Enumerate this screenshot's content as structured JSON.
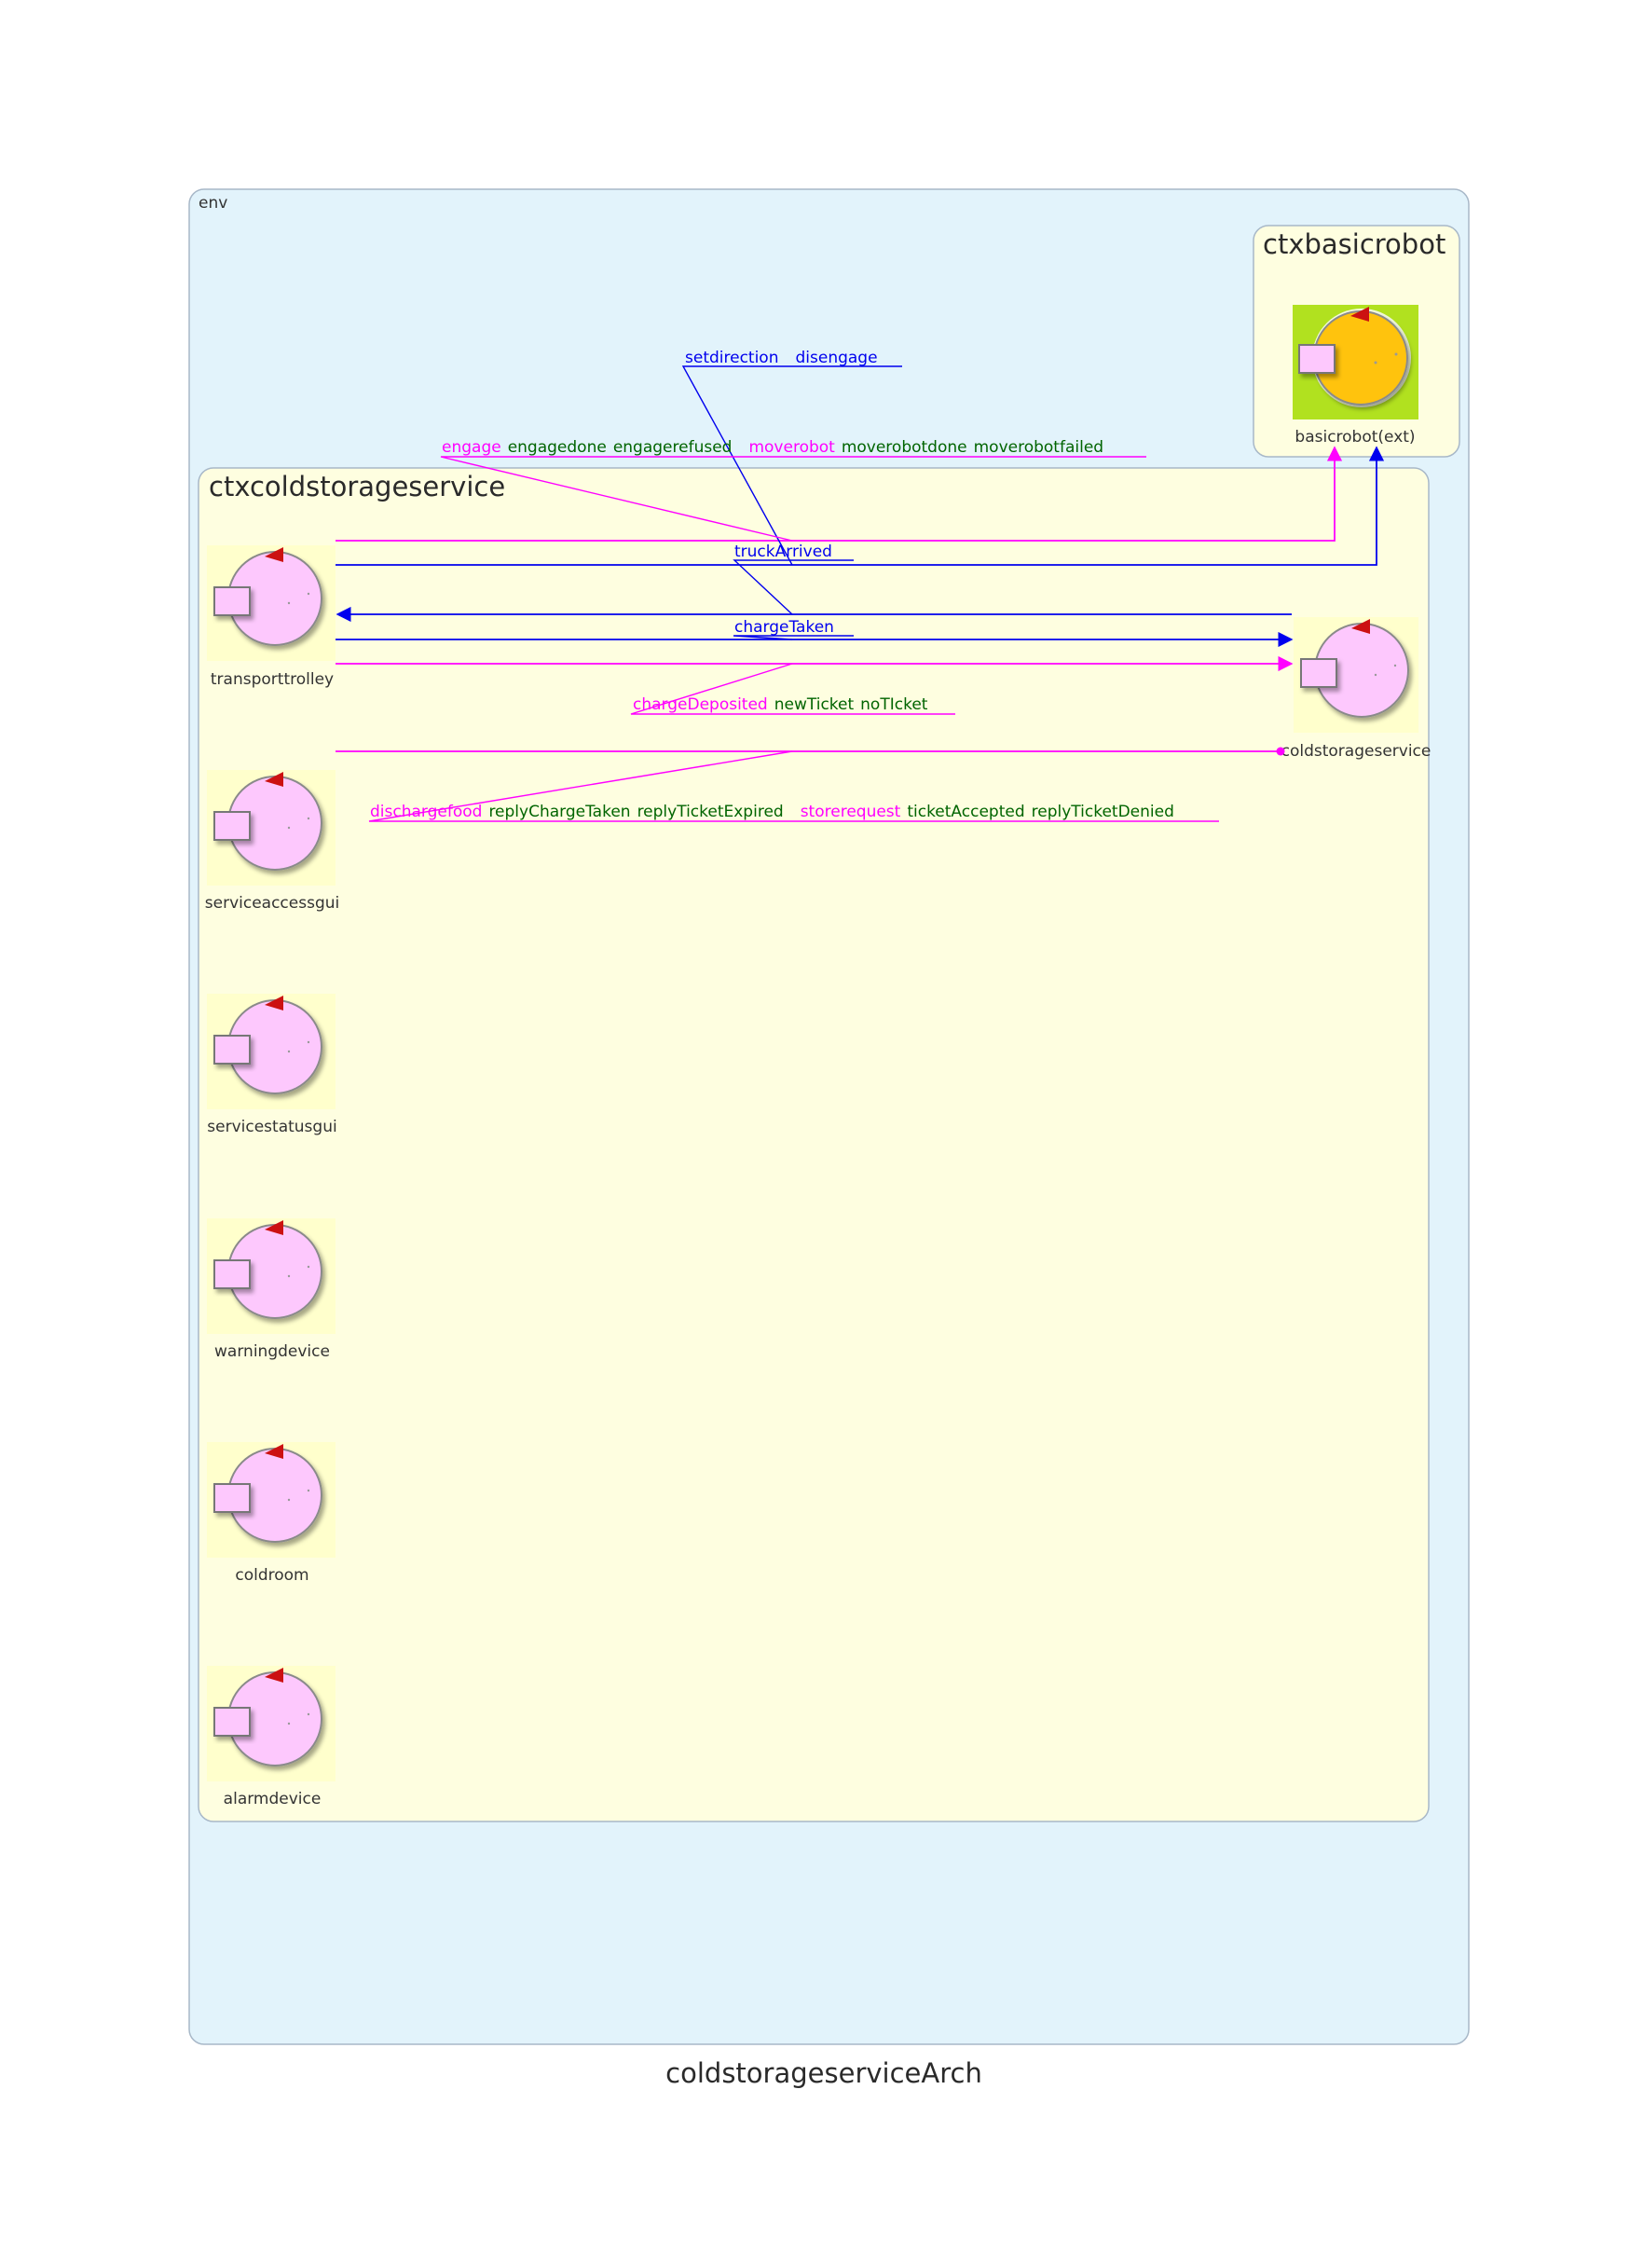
{
  "diagram": {
    "title": "coldstorageserviceArch",
    "env_label": "env",
    "colors": {
      "env_fill": "#e2f3fb",
      "ctx_fill": "#fefee0",
      "actor_body": "#fdc8fd",
      "actor_ext_body": "#ffc30f",
      "actor_ext_bg": "#b1e11f",
      "dispatch": "#0000ee",
      "request": "#ff00ff",
      "reply": "#006400"
    },
    "contexts": {
      "basicrobot": {
        "label": "ctxbasicrobot",
        "actor": "basicrobot(ext)"
      },
      "coldstorage": {
        "label": "ctxcoldstorageservice",
        "actors": {
          "transporttrolley": "transporttrolley",
          "coldstorageservice": "coldstorageservice",
          "serviceaccessgui": "serviceaccessgui",
          "servicestatusgui": "servicestatusgui",
          "warningdevice": "warningdevice",
          "coldroom": "coldroom",
          "alarmdevice": "alarmdevice"
        }
      }
    },
    "messages": {
      "setdirection": "setdirection",
      "disengage": "disengage",
      "engage": "engage",
      "engagedone": "engagedone",
      "engagerefused": "engagerefused",
      "moverobot": "moverobot",
      "moverobotdone": "moverobotdone",
      "moverobotfailed": "moverobotfailed",
      "truckArrived": "truckArrived",
      "chargeTaken": "chargeTaken",
      "chargeDeposited": "chargeDeposited",
      "newTicket": "newTicket",
      "noTIcket": "noTIcket",
      "dischargefood": "dischargefood",
      "replyChargeTaken": "replyChargeTaken",
      "replyTicketExpired": "replyTicketExpired",
      "storerequest": "storerequest",
      "ticketAccepted": "ticketAccepted",
      "replyTicketDenied": "replyTicketDenied"
    }
  }
}
